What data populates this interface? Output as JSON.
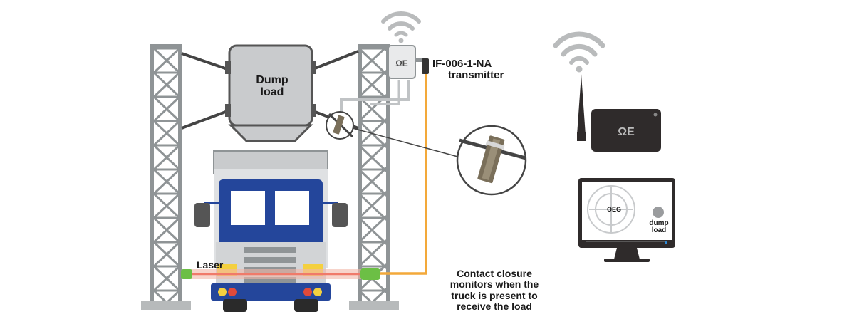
{
  "labels": {
    "dump_load": [
      "Dump",
      "load"
    ],
    "transmitter": [
      "IF-006-1-NA",
      "transmitter"
    ],
    "laser": "Laser",
    "contact_closure": [
      "Contact closure",
      "monitors when the",
      "truck is present to",
      "receive the load"
    ],
    "screen_brand": "OEG",
    "screen_label": [
      "dump",
      "load"
    ]
  },
  "device_logo": "omega-logo",
  "icons": [
    "wifi-icon-transmitter",
    "wifi-icon-receiver"
  ],
  "colors": {
    "tower_gray": "#8f9496",
    "hopper_gray": "#c9cbcd",
    "truck_blue": "#24469b",
    "cable_orange": "#f3a93a",
    "sensor_green": "#6cbf45",
    "laser_red": "#f1b8a8",
    "device_dark": "#2f2b2b"
  }
}
